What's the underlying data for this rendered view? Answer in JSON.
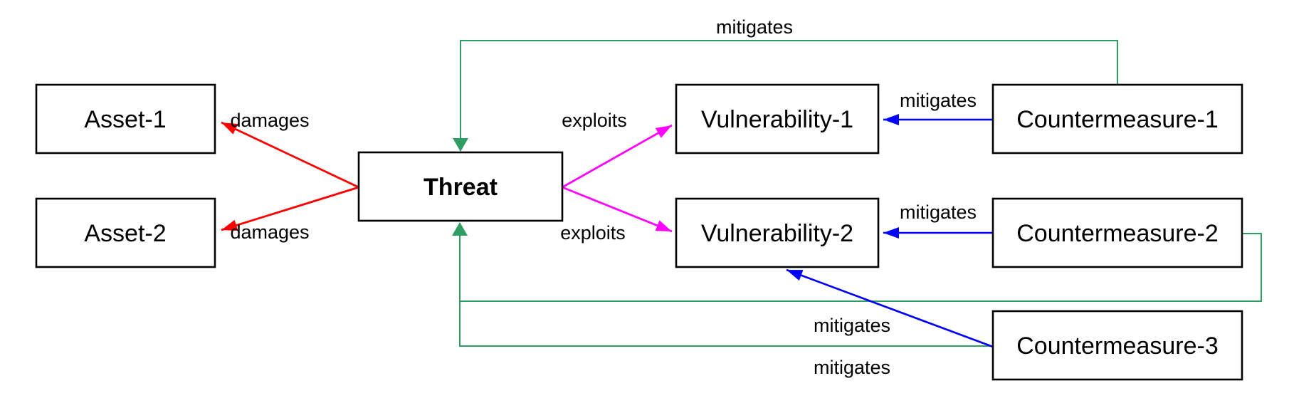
{
  "diagram": {
    "title": "threat-model-diagram",
    "nodes": {
      "asset1": {
        "label": "Asset-1"
      },
      "asset2": {
        "label": "Asset-2"
      },
      "threat": {
        "label": "Threat"
      },
      "vuln1": {
        "label": "Vulnerability-1"
      },
      "vuln2": {
        "label": "Vulnerability-2"
      },
      "cm1": {
        "label": "Countermeasure-1"
      },
      "cm2": {
        "label": "Countermeasure-2"
      },
      "cm3": {
        "label": "Countermeasure-3"
      }
    },
    "edges": [
      {
        "from": "Threat",
        "to": "Asset-1",
        "label": "damages"
      },
      {
        "from": "Threat",
        "to": "Asset-2",
        "label": "damages"
      },
      {
        "from": "Threat",
        "to": "Vulnerability-1",
        "label": "exploits"
      },
      {
        "from": "Threat",
        "to": "Vulnerability-2",
        "label": "exploits"
      },
      {
        "from": "Countermeasure-1",
        "to": "Vulnerability-1",
        "label": "mitigates"
      },
      {
        "from": "Countermeasure-2",
        "to": "Vulnerability-2",
        "label": "mitigates"
      },
      {
        "from": "Countermeasure-3",
        "to": "Vulnerability-2",
        "label": "mitigates"
      },
      {
        "from": "Countermeasure-1",
        "to": "Threat",
        "label": "mitigates"
      },
      {
        "from": "Countermeasure-2",
        "to": "Threat",
        "label": "mitigates"
      },
      {
        "from": "Countermeasure-3",
        "to": "Threat",
        "label": "mitigates"
      }
    ],
    "colors": {
      "damages": "#ff0000",
      "exploits": "#ff00ff",
      "mitigates_vulnerability": "#0000ff",
      "mitigates_threat": "#2f9e64",
      "node_border": "#000000",
      "node_fill": "#ffffff",
      "label_text": "#000000",
      "background": "#ffffff"
    }
  }
}
